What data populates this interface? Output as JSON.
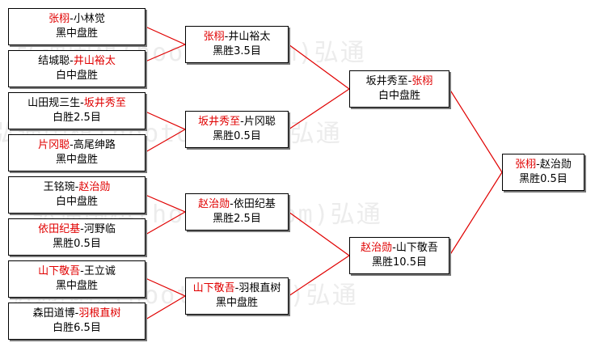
{
  "watermark": "弘通围棋(hootom.com)弘通",
  "round1": [
    {
      "p1": "张栩",
      "p2": "小林觉",
      "winner": 1,
      "result": "黑中盘胜"
    },
    {
      "p1": "结城聪",
      "p2": "井山裕太",
      "winner": 2,
      "result": "白中盘胜"
    },
    {
      "p1": "山田规三生",
      "p2": "坂井秀至",
      "winner": 2,
      "result": "白胜2.5目"
    },
    {
      "p1": "片冈聪",
      "p2": "高尾绅路",
      "winner": 1,
      "result": "黑中盘胜"
    },
    {
      "p1": "王铭琬",
      "p2": "赵治勋",
      "winner": 2,
      "result": "白中盘胜"
    },
    {
      "p1": "依田纪基",
      "p2": "河野临",
      "winner": 1,
      "result": "黑胜0.5目"
    },
    {
      "p1": "山下敬吾",
      "p2": "王立诚",
      "winner": 1,
      "result": "黑中盘胜"
    },
    {
      "p1": "森田道博",
      "p2": "羽根直树",
      "winner": 2,
      "result": "白胜6.5目"
    }
  ],
  "round2": [
    {
      "p1": "张栩",
      "p2": "井山裕太",
      "winner": 1,
      "result": "黑胜3.5目"
    },
    {
      "p1": "坂井秀至",
      "p2": "片冈聪",
      "winner": 1,
      "result": "黑胜0.5目"
    },
    {
      "p1": "赵治勋",
      "p2": "依田纪基",
      "winner": 1,
      "result": "黑胜2.5目"
    },
    {
      "p1": "山下敬吾",
      "p2": "羽根直树",
      "winner": 1,
      "result": "黑中盘胜"
    }
  ],
  "round3": [
    {
      "p1": "坂井秀至",
      "p2": "张栩",
      "winner": 2,
      "result": "白中盘胜"
    },
    {
      "p1": "赵治勋",
      "p2": "山下敬吾",
      "winner": 1,
      "result": "黑胜10.5目"
    }
  ],
  "final": [
    {
      "p1": "张栩",
      "p2": "赵治勋",
      "winner": 1,
      "result": "黑胜0.5目"
    }
  ]
}
